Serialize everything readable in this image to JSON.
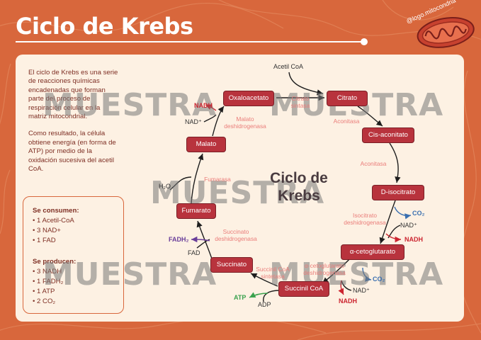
{
  "title": "Ciclo de Krebs",
  "brand": "@logo.mitocondria",
  "intro": [
    "El ciclo de Krebs es una serie de reacciones químicas encadenadas que forman parte del proceso de respiración celular en la matriz mitocondrial.",
    "Como resultado, la célula obtiene energía (en forma de ATP) por medio de la oxidación sucesiva del acetil CoA."
  ],
  "summary": {
    "consume_title": "Se consumen:",
    "consume": [
      "• 1 Acetil-CoA",
      "• 3 NAD+",
      "• 1 FAD"
    ],
    "produce_title": "Se producen:",
    "produce": [
      "• 3 NADH",
      "• 1 FADH₂",
      "• 1 ATP",
      "• 2 CO₂"
    ]
  },
  "center_title": "Ciclo de Krebs",
  "watermark": "MUESTRA",
  "nodes": {
    "oxaloacetato": "Oxaloacetato",
    "citrato": "Citrato",
    "cis_aconitato": "Cis-aconitato",
    "d_isocitrato": "D-isocitrato",
    "a_cetoglutarato": "α-cetoglutarato",
    "succinil_coa": "Succinil CoA",
    "succinato": "Succinato",
    "fumarato": "Fumarato",
    "malato": "Malato"
  },
  "enzymes": {
    "citrato_sintasa": "Citrato sintasa",
    "aconitasa_1": "Aconitasa",
    "aconitasa_2": "Aconitasa",
    "isocitrato_dh": "Isocitrato deshidrogenasa",
    "acetoglutarato_dh": "α-cetoglutarato deshidrogenasa",
    "succinil_coa_sintetasa": "Succinil CoA sintetasa",
    "succinato_dh": "Succinato deshidrogenasa",
    "fumarasa": "Fumarasa",
    "malato_dh": "Malato deshidrogenasa"
  },
  "molecules": {
    "acetil_coa": "Acetil CoA",
    "nadh_1": "NADH",
    "nad_1": "NAD⁺",
    "h2o": "H₂O",
    "fadh2": "FADH₂",
    "fad": "FAD",
    "atp": "ATP",
    "adp": "ADP",
    "co2_1": "CO₂",
    "nad_2": "NAD⁺",
    "nadh_2": "NADH",
    "co2_2": "CO₂",
    "nad_3": "NAD⁺",
    "nadh_3": "NADH"
  },
  "colors": {
    "background": "#d8673c",
    "panel": "#fdf1e3",
    "node": "#b8333d",
    "nadh": "#cc2530",
    "co2": "#3a6fb0",
    "fadh2": "#6a3e9a",
    "atp": "#3aa24e"
  }
}
